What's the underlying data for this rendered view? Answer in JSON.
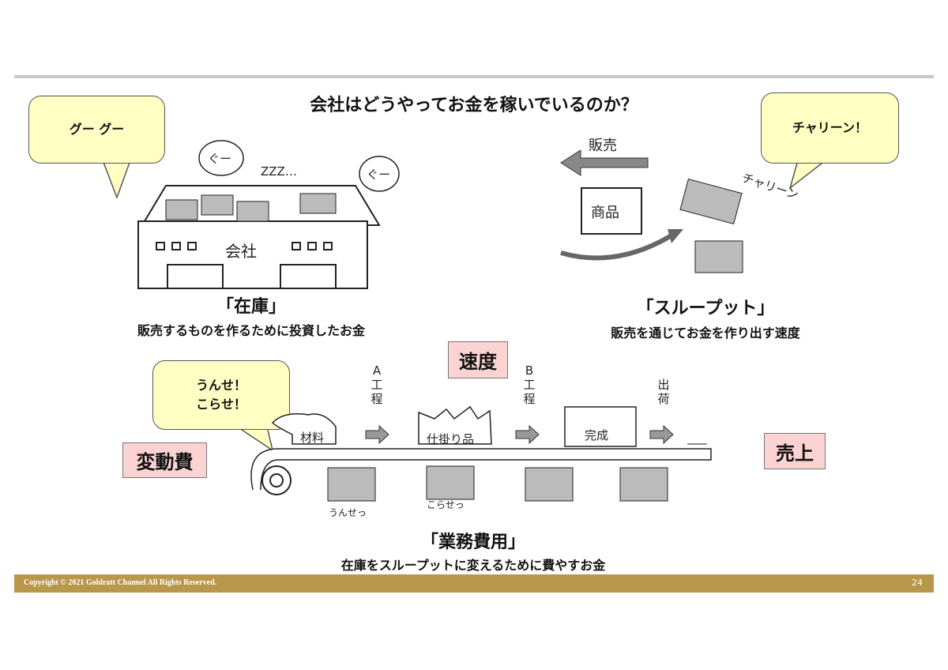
{
  "title": "会社はどうやってお金を稼いでいるのか？",
  "bubbles": {
    "inventory": "グー グー",
    "throughput": "チャリーン！",
    "operating_line1": "うんせ！",
    "operating_line2": "こらせ！"
  },
  "inventory": {
    "heading": "「在庫」",
    "description": "販売するものを作るために投資したお金",
    "illustration": {
      "company": "会社",
      "snore1": "ぐー",
      "snore2": "ぐー",
      "zzz": "ZZZ…"
    }
  },
  "throughput": {
    "heading": "「スループット」",
    "description": "販売を通じてお金を作り出す速度",
    "illustration": {
      "sales": "販売",
      "product": "商品",
      "sound": "チャリーン"
    }
  },
  "operating_expense": {
    "heading": "「業務費用」",
    "description": "在庫をスループットに変えるために費やすお金",
    "illustration": {
      "material": "材料",
      "process_a": "A工程",
      "wip": "仕掛り品",
      "process_b": "B工程",
      "finished": "完成",
      "shipping": "出荷",
      "effort1": "うんせっ",
      "effort2": "こらせっ"
    }
  },
  "labels": {
    "speed": "速度",
    "variable_cost": "変動費",
    "sales": "売上"
  },
  "footer": {
    "copyright": "Copyright © 2021 Goldratt Channel All Rights Reserved.",
    "page_number": "24"
  },
  "colors": {
    "bubble": "#ffffc4",
    "label": "#fbd3d3",
    "footer": "#b8964a"
  }
}
